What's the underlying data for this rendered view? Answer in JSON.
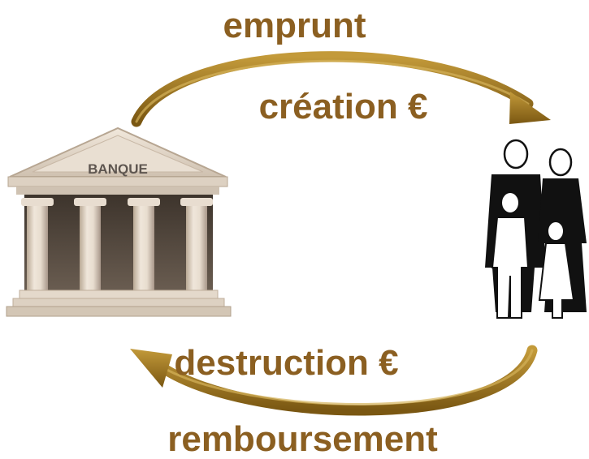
{
  "labels": {
    "top_1": "emprunt",
    "top_2": "création €",
    "bottom_1": "destruction €",
    "bottom_2": "remboursement"
  },
  "bank": {
    "sign": "BANQUE"
  },
  "icons": {
    "bank": "bank-building-icon",
    "family": "family-icon",
    "arrow_top": "curved-arrow-right-icon",
    "arrow_bottom": "curved-arrow-left-icon"
  },
  "colors": {
    "text": "#8b5f21",
    "arrow": "#a57d26",
    "arrow_dark": "#6e4f10",
    "stone": "#d9cdbd",
    "family": "#111111"
  }
}
